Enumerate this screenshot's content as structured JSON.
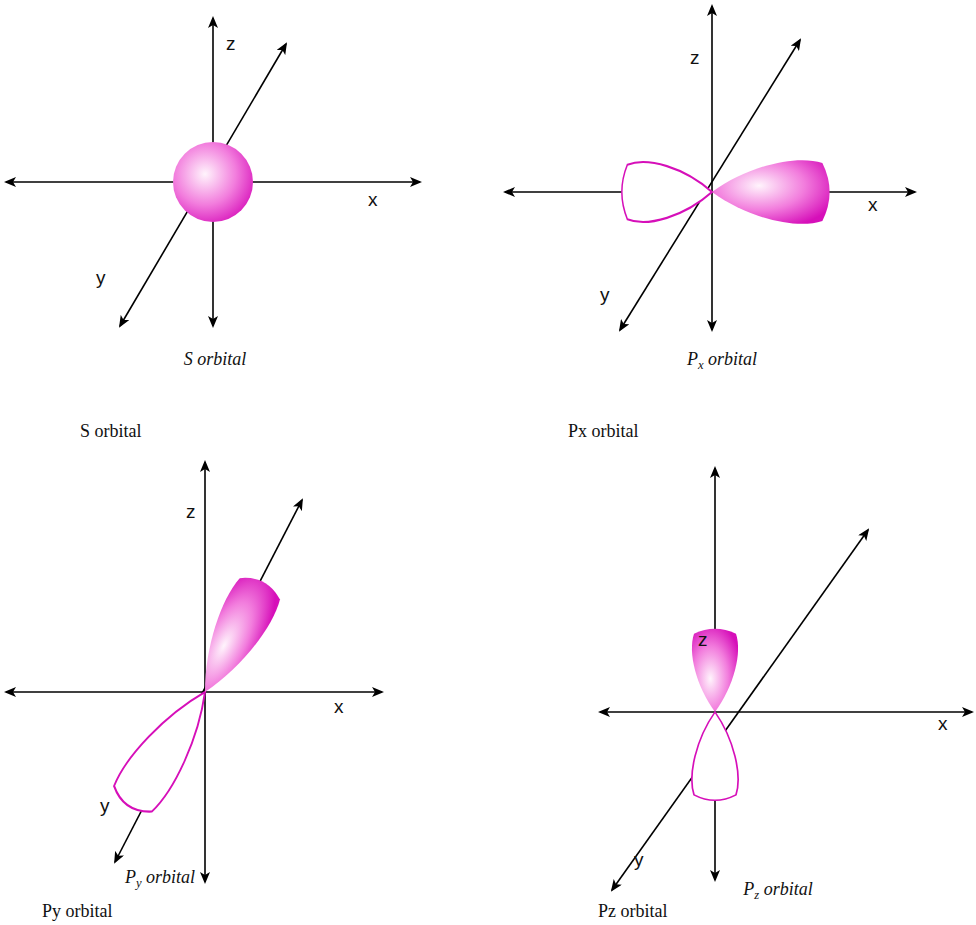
{
  "diagram": {
    "labels": [
      "z",
      "x",
      "y",
      "S orbital",
      "z",
      "x",
      "y",
      "Px orbital",
      "S orbital",
      "Px orbital",
      "z",
      "x",
      "y",
      "Py orbital",
      "z",
      "x",
      "y",
      "Pz orbital",
      "Py orbital",
      "Pz orbital"
    ]
  }
}
